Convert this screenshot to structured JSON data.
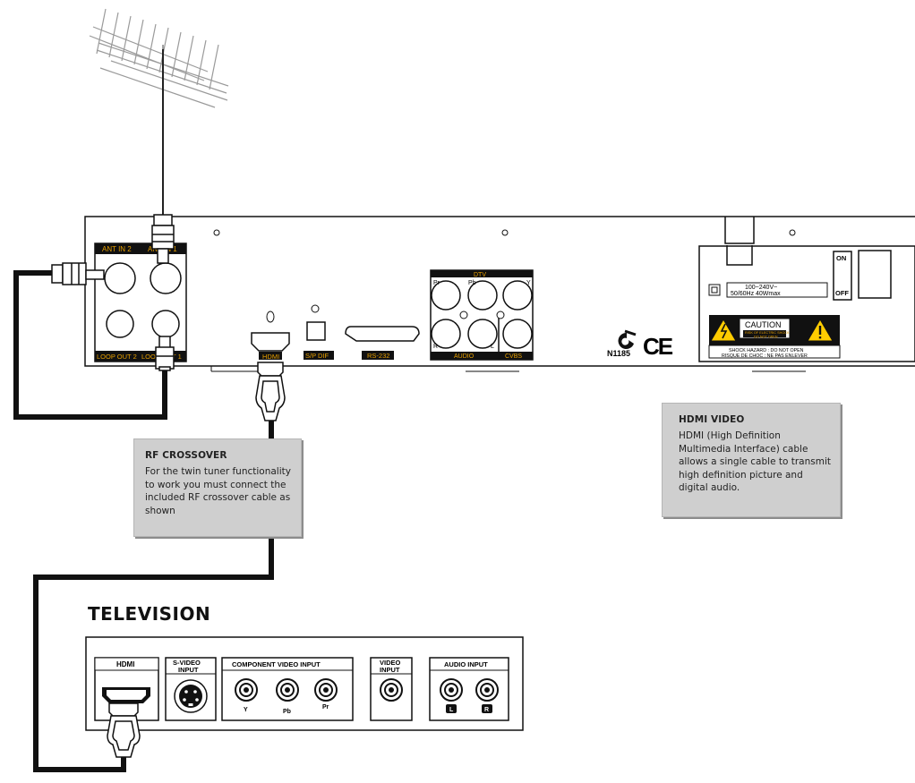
{
  "rf_note": {
    "title": "RF CROSSOVER",
    "body": "For the twin tuner functionality to work you must connect the included RF crossover cable as shown"
  },
  "hdmi_note": {
    "title": "HDMI VIDEO",
    "body": "HDMI (High Definition Multimedia Interface) cable allows a single cable to transmit high definition picture and digital audio."
  },
  "receiver": {
    "ant_in_2": "ANT IN 2",
    "ant_in_1": "ANT IN 1",
    "loop_out_2": "LOOP OUT 2",
    "loop_out_1": "LOOP OUT 1",
    "hdmi": "HDMI",
    "spdif": "S/P DIF",
    "rs232": "RS-232",
    "dtv": "DTV",
    "pr": "Pr",
    "pb": "Pb",
    "y": "Y",
    "r": "R",
    "l": "L",
    "audio": "AUDIO",
    "cvbs": "CVBS",
    "cert_code": "N1185",
    "ce_mark": "CE",
    "power_rating_1": "100~240V~",
    "power_rating_2": "50/60Hz  40Wmax",
    "on": "ON",
    "off": "OFF",
    "caution": "CAUTION",
    "caution_sub_1": "RISK OF ELECTRIC SHOCK",
    "caution_sub_2": "DO NOT OPEN",
    "shock_en": "SHOCK HAZARD : DO NOT OPEN",
    "shock_fr": "RISQUE DE CHOC : NE PAS ENLEVER"
  },
  "television": {
    "title": "TELEVISION",
    "hdmi": "HDMI",
    "svideo_1": "S-VIDEO",
    "svideo_2": "INPUT",
    "component": "COMPONENT VIDEO INPUT",
    "y": "Y",
    "pb": "Pb",
    "pr": "Pr",
    "video_1": "VIDEO",
    "video_2": "INPUT",
    "audio": "AUDIO INPUT",
    "l": "L",
    "r": "R"
  },
  "colors": {
    "note_bg": "#cfcfcf",
    "label_gold": "#e8a000",
    "line": "#111111"
  },
  "icons": [
    "antenna-icon",
    "hdmi-plug-icon",
    "rf-plug-icon",
    "warning-triangle-icon",
    "certification-mark-icon"
  ]
}
